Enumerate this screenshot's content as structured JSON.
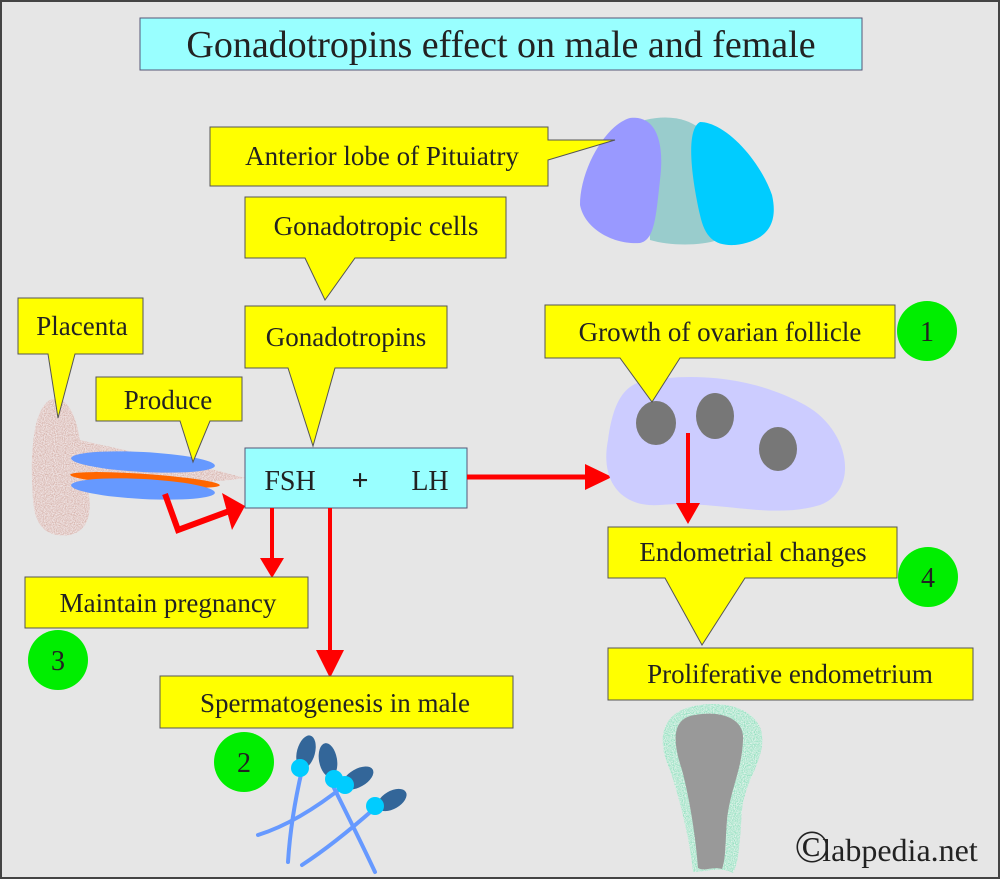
{
  "title": "Gonadotropins effect on male and female",
  "labels": {
    "anterior_lobe": "Anterior lobe of Pituiatry",
    "gonadotropic_cells": "Gonadotropic cells",
    "gonadotropins": "Gonadotropins",
    "placenta": "Placenta",
    "produce": "Produce",
    "fsh": "FSH",
    "plus": "+",
    "lh": "LH",
    "growth_follicle": "Growth of ovarian follicle",
    "endometrial_changes": "Endometrial changes",
    "proliferative": "Proliferative endometrium",
    "maintain_pregnancy": "Maintain pregnancy",
    "spermatogenesis": "Spermatogenesis in male"
  },
  "steps": {
    "one": "1",
    "two": "2",
    "three": "3",
    "four": "4"
  },
  "watermark": {
    "symbol": "©",
    "text": "labpedia.net"
  },
  "colors": {
    "callout": "#ffff00",
    "hormone_box": "#99ffff",
    "arrow": "#ff0000",
    "step_circle": "#00ee00"
  }
}
